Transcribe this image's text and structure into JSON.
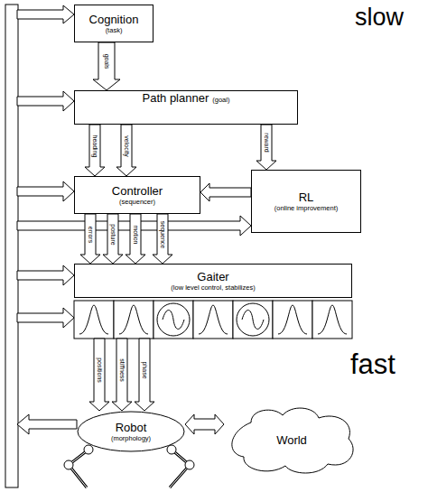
{
  "diagram": {
    "nodes": [
      {
        "text": [
          "Cognition",
          "(task)"
        ]
      },
      {
        "text": [
          "Path planner",
          "(goal)"
        ]
      },
      {
        "text": [
          "Controller",
          "(sequencer)"
        ]
      },
      {
        "text": [
          "RL",
          "(online improvement)"
        ]
      },
      {
        "text": [
          "Gaiter",
          "(low level control, stabilizes)"
        ]
      },
      {
        "text": [
          "Robot",
          "(morphology)"
        ]
      },
      {
        "text": [
          "World"
        ]
      }
    ],
    "edges": [
      {
        "from": 0,
        "to": 1,
        "arrow": "to",
        "label": "goals"
      },
      {
        "from": 1,
        "to": 2,
        "arrow": "to",
        "label": "heading"
      },
      {
        "from": 1,
        "to": 2,
        "arrow": "to",
        "label": "velocity"
      },
      {
        "from": 1,
        "to": 3,
        "arrow": "to",
        "label": "reward"
      },
      {
        "from": 3,
        "to": 2,
        "arrow": "to"
      },
      {
        "from": 2,
        "to": 4,
        "arrow": "to",
        "label": "errors"
      },
      {
        "from": 2,
        "to": 4,
        "arrow": "to",
        "label": "posture"
      },
      {
        "from": 2,
        "to": 4,
        "arrow": "to",
        "label": "motion"
      },
      {
        "from": 2,
        "to": 4,
        "arrow": "to",
        "label": "sequence"
      },
      {
        "from": 4,
        "to": 5,
        "arrow": "to",
        "label": "positions"
      },
      {
        "from": 4,
        "to": 5,
        "arrow": "to",
        "label": "stiffness"
      },
      {
        "from": 4,
        "to": 5,
        "arrow": "to",
        "label": "phase"
      },
      {
        "from": 5,
        "to": 6,
        "arrow": "both"
      }
    ],
    "labels": [
      "slow",
      "fast"
    ]
  }
}
